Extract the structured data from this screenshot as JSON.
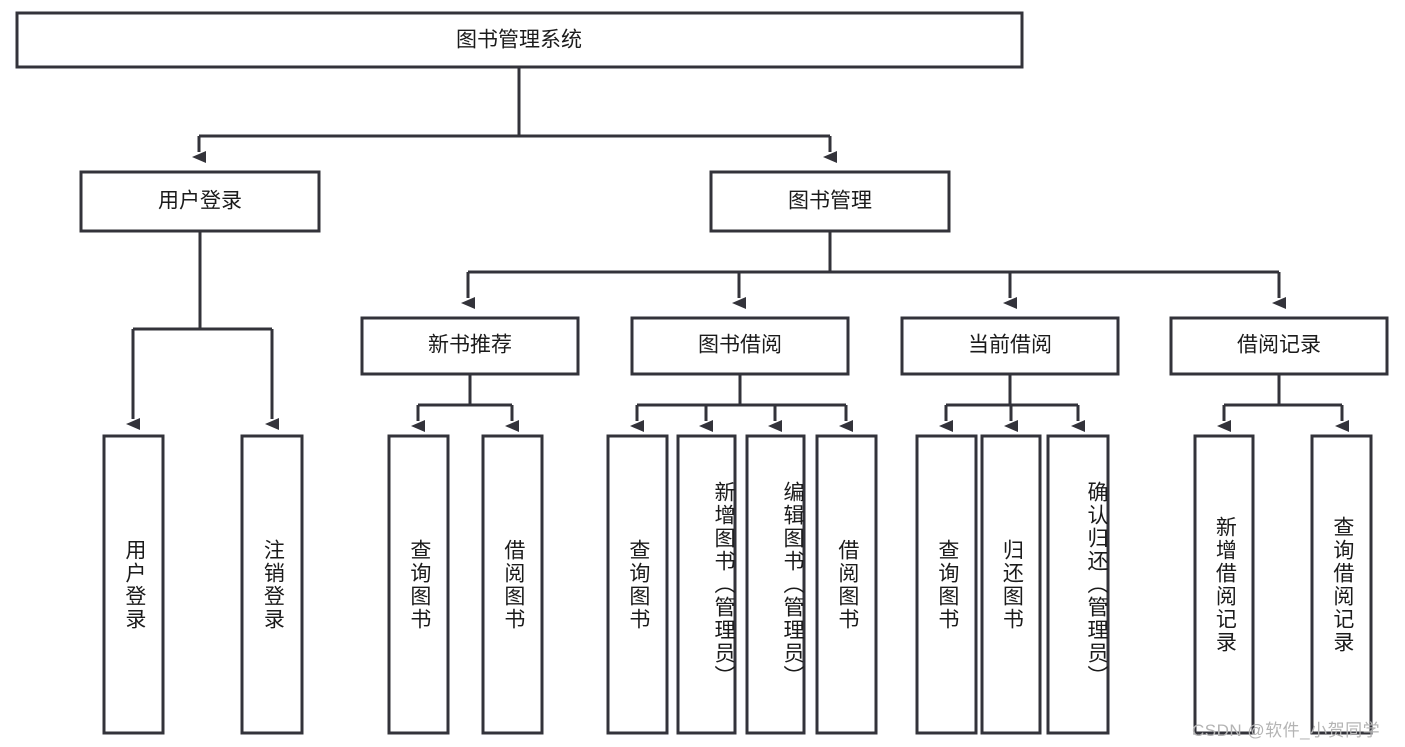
{
  "diagram": {
    "title": "图书管理系统",
    "watermark": "CSDN @软件_小贺同学",
    "colors": {
      "stroke": "#33333a",
      "box_fill": "#ffffff",
      "text": "#1b1b1b",
      "background": "#ffffff",
      "watermark": "#b4b4b4"
    },
    "root": {
      "label": "图书管理系统"
    },
    "level2": [
      {
        "label": "用户登录"
      },
      {
        "label": "图书管理"
      }
    ],
    "level3": [
      {
        "label": "新书推荐"
      },
      {
        "label": "图书借阅"
      },
      {
        "label": "当前借阅"
      },
      {
        "label": "借阅记录"
      }
    ],
    "leaves": {
      "user_login": [
        {
          "label": "用户登录"
        },
        {
          "label": "注销登录"
        }
      ],
      "new_book_recommend": [
        {
          "label": "查询图书"
        },
        {
          "label": "借阅图书"
        }
      ],
      "book_borrow": [
        {
          "label": "查询图书"
        },
        {
          "label": "新增图书（管理员）"
        },
        {
          "label": "编辑图书（管理员）"
        },
        {
          "label": "借阅图书"
        }
      ],
      "current_borrow": [
        {
          "label": "查询图书"
        },
        {
          "label": "归还图书"
        },
        {
          "label": "确认归还（管理员）"
        }
      ],
      "borrow_record": [
        {
          "label": "新增借阅记录"
        },
        {
          "label": "查询借阅记录"
        }
      ]
    }
  }
}
